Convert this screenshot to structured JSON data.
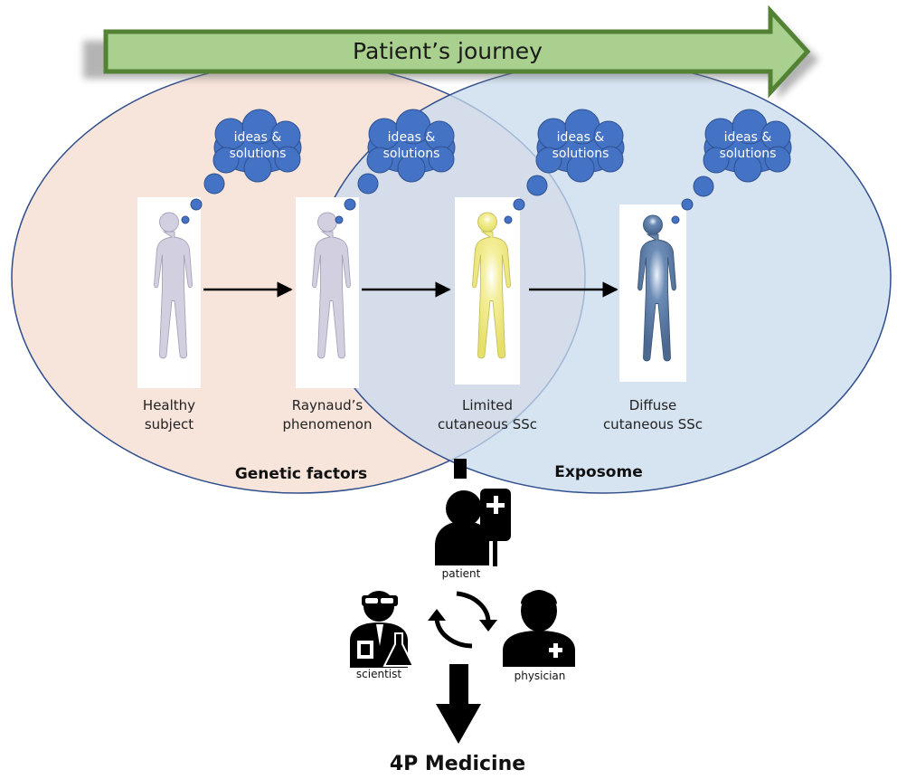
{
  "title": "Patient’s journey",
  "thought_bubble_text": [
    "ideas &",
    "solutions"
  ],
  "stages": [
    {
      "line1": "Healthy",
      "line2": "subject"
    },
    {
      "line1": "Raynaud’s",
      "line2": "phenomenon"
    },
    {
      "line1": "Limited",
      "line2": "cutaneous SSc"
    },
    {
      "line1": "Diffuse",
      "line2": "cutaneous SSc"
    }
  ],
  "circles": {
    "left": "Genetic factors",
    "right": "Exposome"
  },
  "actors": {
    "patient": "patient",
    "scientist": "scientist",
    "physician": "physician"
  },
  "outcome": "4P Medicine",
  "colors": {
    "arrow_fill": "#a9d08e",
    "arrow_stroke": "#548235",
    "left_circle": "#f7e4da",
    "right_circle": "#cfe0f0",
    "circle_stroke": "#2f4e8c",
    "cloud": "#4472c4"
  }
}
